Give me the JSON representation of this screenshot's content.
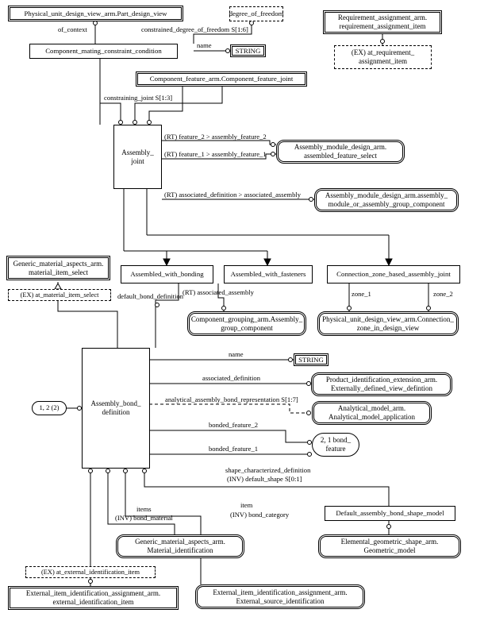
{
  "diagram": {
    "boxes": {
      "pudv_part_design_view": "Physical_unit_design_view_arm.Part_design_view",
      "degree_of_freedom": "degree_of_freedom",
      "req_assign_item": [
        "Requirement_assignment_arm.",
        "requirement_assignment_item"
      ],
      "component_mating": "Component_mating_constraint_condition",
      "string_1": "STRING",
      "ex_at_requirement": [
        "(EX) at_requirement_",
        "assignment_item"
      ],
      "component_feature_joint": "Component_feature_arm.Component_feature_joint",
      "assembly_joint": [
        "Assembly_",
        "joint"
      ],
      "amd_assembled_feature_select": [
        "Assembly_module_design_arm.",
        "assembled_feature_select"
      ],
      "amd_assembly_module": [
        "Assembly_module_design_arm.assembly_",
        "module_or_assembly_group_component"
      ],
      "generic_material_item_select": [
        "Generic_material_aspects_arm.",
        "material_item_select"
      ],
      "ex_at_material": "(EX) at_material_item_select",
      "assembled_with_bonding": "Assembled_with_bonding",
      "assembled_with_fasteners": "Assembled_with_fasteners",
      "connection_zone_joint": "Connection_zone_based_assembly_joint",
      "component_grouping": [
        "Component_grouping_arm.Assembly_",
        "group_component"
      ],
      "pudv_connection_zone": [
        "Physical_unit_design_view_arm.Connection_",
        "zone_in_design_view"
      ],
      "assembly_bond_definition": [
        "Assembly_bond_",
        "definition"
      ],
      "string_2": "STRING",
      "pie_externally_defined": [
        "Product_identification_extension_arm.",
        "Externally_defined_view_defintion"
      ],
      "analytical_model": [
        "Analytical_model_arm.",
        "Analytical_model_application"
      ],
      "bond_feature_ref": [
        "2, 1 bond_",
        "feature"
      ],
      "page_ref": "1, 2 (2)",
      "default_bond_shape": "Default_assembly_bond_shape_model",
      "elemental_geometric": [
        "Elemental_geometric_shape_arm.",
        "Geometric_model"
      ],
      "generic_material_identification": [
        "Generic_material_aspects_arm.",
        "Material_identification"
      ],
      "ex_at_external": "(EX) at_external_identification_item",
      "ext_item_identification_item": [
        "External_item_identification_assignment_arm.",
        "external_identification_item"
      ],
      "ext_source_identification": [
        "External_item_identification_assignment_arm.",
        "External_source_identification"
      ]
    },
    "labels": {
      "of_context": "of_context",
      "constrained_dof": "constrained_degree_of_freedom S[1:6]",
      "name_1": "name",
      "constraining_joint": "constraining_joint S[1:3]",
      "feature_2": "(RT) feature_2 > assembly_feature_2",
      "feature_1": "(RT) feature_1 > assembly_feature_1",
      "associated_definition_rt": "(RT) associated_definition > associated_assembly",
      "default_bond_definition": "default_bond_definition",
      "associated_assembly": "(RT) associated_assembly",
      "zone_1": "zone_1",
      "zone_2": "zone_2",
      "name_2": "name",
      "associated_definition": "associated_definition",
      "analytical_rep": "analytical_assembly_bond_representation S[1:7]",
      "bonded_feature_2": "bonded_feature_2",
      "bonded_feature_1": "bonded_feature_1",
      "shape_characterized": "shape_characterized_definition",
      "inv_default_shape": "(INV) default_shape S[0:1]",
      "items": "items",
      "inv_bond_material": "(INV) bond_material",
      "item": "item",
      "inv_bond_category": "(INV) bond_category"
    }
  }
}
